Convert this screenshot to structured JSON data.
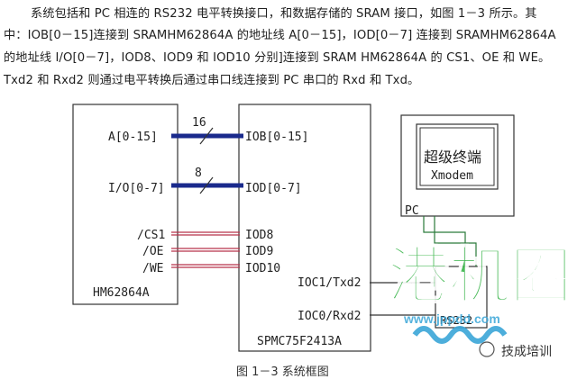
{
  "paragraph": {
    "line1": "系统包括和 PC 相连的 RS232 电平转换接口，和数据存储的 SRAM 接口，如图 1－3 所示。其",
    "line2": "中：IOB[0－15]连接到 SRAMHM62864A 的地址线 A[0－15]，IOD[0－7] 连接到 SRAMHM62864A",
    "line3": "的地址线 I/O[0－7]，IOD8、IOD9 和 IOD10 分别]连接到 SRAM HM62864A 的 CS1、OE 和 WE。",
    "line4": "Txd2 和 Rxd2 则通过电平转换后通过串口线连接到 PC 串口的 Rxd 和 Txd。"
  },
  "diagram": {
    "hm_block": {
      "label": "HM62864A",
      "pins": [
        "A[0-15]",
        "I/O[0-7]",
        "/CS1",
        "/OE",
        "/WE"
      ]
    },
    "mcu_block": {
      "label": "SPMC75F2413A",
      "pins": [
        "IOB[0-15]",
        "IOD[0-7]",
        "IOD8",
        "IOD9",
        "IOD10",
        "IOC1/Txd2",
        "IOC0/Rxd2"
      ]
    },
    "bus_widths": [
      "16",
      "8"
    ],
    "pc_block": {
      "label": "PC",
      "screen_title": "超级终端",
      "screen_subtitle": "Xmodem"
    },
    "rs232_block": {
      "label": "RS232"
    }
  },
  "caption": "图 1－3  系统框图",
  "watermark": {
    "logo_text": "港机圈",
    "url": "www.jppdd.com",
    "brand": "技成培训"
  },
  "colors": {
    "bus": "#1a2a8c",
    "signal": "#b8334a",
    "link": "#2a7a3a",
    "logo": "#39b54a"
  }
}
